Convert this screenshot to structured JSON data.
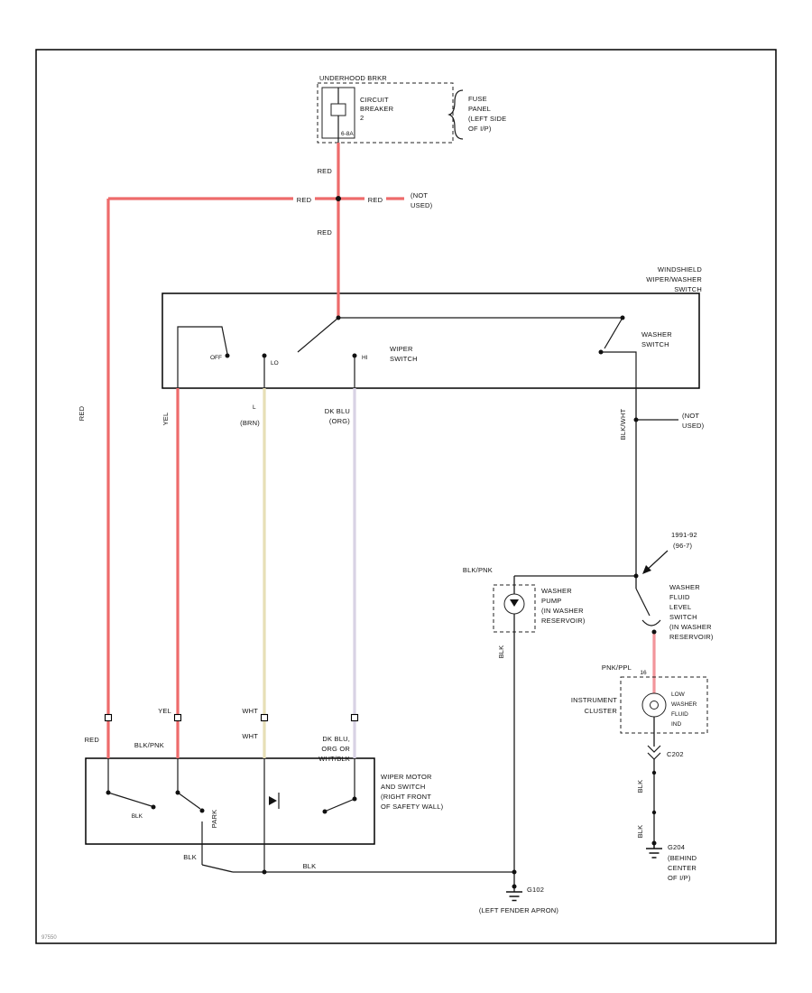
{
  "colors": {
    "red": "#ee6b6b",
    "pink": "#f2959b",
    "tan": "#e7dfb6",
    "lavender": "#d8d2e4"
  },
  "labels": {
    "underhood": "UNDERHOOD BRKR",
    "cb_line1": "CIRCUIT",
    "cb_line2": "BREAKER",
    "cb_line3": "2",
    "cb_amp": "6-8A",
    "fuse_line1": "FUSE",
    "fuse_line2": "PANEL",
    "fuse_line3": "(LEFT SIDE",
    "fuse_line4": "OF I/P)",
    "red_feed_upper": "RED",
    "red_junction_left": "RED",
    "red_junction_right": "RED",
    "red_feed_lower": "RED",
    "not_used_top_l1": "(NOT",
    "not_used_top_l2": "USED)",
    "red_left_mid": "RED",
    "red_left_bottom": "RED",
    "sw_box_l1": "WINDSHIELD",
    "sw_box_l2": "WIPER/WASHER",
    "sw_box_l3": "SWITCH",
    "off": "OFF",
    "lo": "LO",
    "hi": "HI",
    "wiper_sw_l1": "WIPER",
    "wiper_sw_l2": "SWITCH",
    "washer_sw_l1": "WASHER",
    "washer_sw_l2": "SWITCH",
    "yel_top": "YEL",
    "yel_bottom": "YEL",
    "blk_pnk_w2": "BLK/PNK",
    "term_l": "L",
    "brn": "(BRN)",
    "dkblu_top_l1": "DK BLU",
    "dkblu_top_l2": "(ORG)",
    "wht_upper": "WHT",
    "wht_lower": "WHT",
    "dkblu_bot_l1": "DK BLU,",
    "dkblu_bot_l2": "ORG OR",
    "dkblu_bot_l3": "WHT/BLK",
    "blk_wht": "BLK/WHT",
    "not_used_right_l1": "(NOT",
    "not_used_right_l2": "USED)",
    "xref_l1": "1991-92",
    "xref_l2": "(96-7)",
    "blk_pnk_pump": "BLK/PNK",
    "pump_l1": "WASHER",
    "pump_l2": "PUMP",
    "pump_l3": "(IN WASHER",
    "pump_l4": "RESERVOIR)",
    "blk_pump": "BLK",
    "level_l1": "WASHER",
    "level_l2": "FLUID",
    "level_l3": "LEVEL",
    "level_l4": "SWITCH",
    "level_l5": "(IN WASHER",
    "level_l6": "RESERVOIR)",
    "pnk_ppl": "PNK/PPL",
    "term_16": "16",
    "cluster_l1": "INSTRUMENT",
    "cluster_l2": "CLUSTER",
    "ind_l1": "LOW",
    "ind_l2": "WASHER",
    "ind_l3": "FLUID",
    "ind_l4": "IND",
    "c202": "C202",
    "blk_c202_upper": "BLK",
    "blk_c202_lower": "BLK",
    "g204": "G204",
    "g204_l1": "(BEHIND",
    "g204_l2": "CENTER",
    "g204_l3": "OF I/P)",
    "motor_l1": "WIPER MOTOR",
    "motor_l2": "AND SWITCH",
    "motor_l3": "(RIGHT FRONT",
    "motor_l4": "OF SAFETY WALL)",
    "park": "PARK",
    "blk_motor": "BLK",
    "blk_motor_exit": "BLK",
    "blk_ground_run": "BLK",
    "g102": "G102",
    "g102_loc": "(LEFT FENDER APRON)",
    "diagram_id": "97550"
  }
}
